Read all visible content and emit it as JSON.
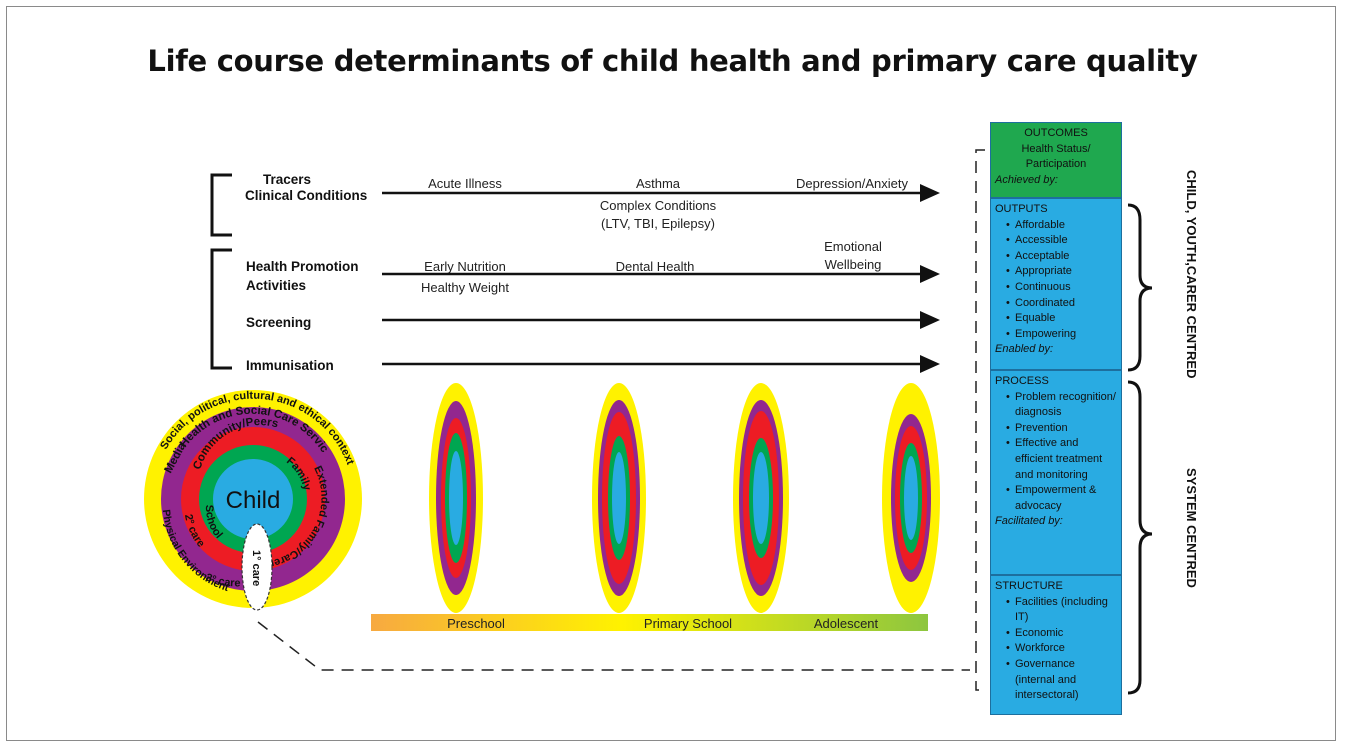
{
  "title": "Life course determinants of child health and primary care quality",
  "rows": {
    "tracers": "Tracers",
    "clinical_conditions": "Clinical Conditions",
    "health_promotion": "Health Promotion",
    "activities": "Activities",
    "screening": "Screening",
    "immunisation": "Immunisation"
  },
  "clinical": {
    "acute": "Acute Illness",
    "asthma": "Asthma",
    "depression": "Depression/Anxiety",
    "complex": "Complex Conditions",
    "complex_detail": "(LTV, TBI, Epilepsy)"
  },
  "promotion": {
    "early_nutrition": "Early Nutrition",
    "healthy_weight": "Healthy Weight",
    "dental": "Dental Health",
    "emotional": "Emotional",
    "wellbeing": "Wellbeing"
  },
  "stages": {
    "preschool": "Preschool",
    "primary": "Primary School",
    "adolescent": "Adolescent"
  },
  "circle": {
    "child": "Child",
    "family": "Family",
    "extended_family": "Extended Family/Carers",
    "community": "Community/Peers",
    "school": "School",
    "secondary": "2° care",
    "tertiary": "3° care",
    "primary_care": "1° care",
    "services": "Health and Social Care Services",
    "social": "Social, political, cultural and ethical context",
    "media": "Media",
    "physical": "Physical Environment"
  },
  "boxes": {
    "outcomes": {
      "title": "OUTCOMES",
      "line1": "Health Status/",
      "line2": "Participation",
      "foot": "Achieved by:",
      "color": "#1fa84f"
    },
    "outputs": {
      "title": "OUTPUTS",
      "items": [
        "Affordable",
        "Accessible",
        "Acceptable",
        "Appropriate",
        "Continuous",
        "Coordinated",
        "Equable",
        "Empowering"
      ],
      "foot": "Enabled by:",
      "color": "#29abe2"
    },
    "process": {
      "title": "PROCESS",
      "items": [
        "Problem recognition/ diagnosis",
        "Prevention",
        "Effective and efficient treatment and monitoring",
        "Empowerment & advocacy"
      ],
      "foot": "Facilitated by:",
      "color": "#29abe2"
    },
    "structure": {
      "title": "STRUCTURE",
      "items": [
        "Facilities (including IT)",
        "Economic",
        "Workforce",
        "Governance (internal and intersectoral)"
      ],
      "color": "#29abe2"
    }
  },
  "side": {
    "child_centred": "CHILD, YOUTH,CARER CENTRED",
    "system_centred": "SYSTEM CENTRED"
  },
  "colors": {
    "yellow": "#fff200",
    "purple": "#92278f",
    "red": "#ed1c24",
    "green": "#00a651",
    "blue": "#29abe2",
    "gradient_start": "#f7a941",
    "gradient_mid": "#fff200",
    "gradient_end": "#8dc63f"
  }
}
